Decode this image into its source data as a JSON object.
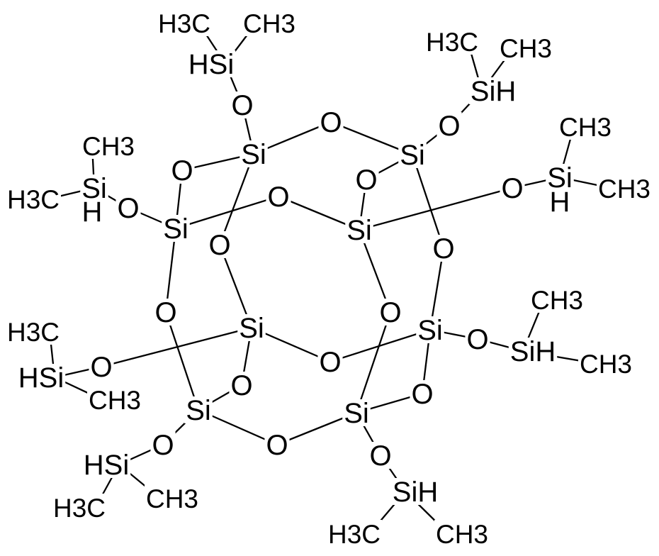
{
  "colors": {
    "ink": "#000000",
    "background": "#ffffff"
  },
  "atoms": {
    "si1": "Si",
    "si2": "Si",
    "si3": "Si",
    "si4": "Si",
    "si5": "Si",
    "si6": "Si",
    "si7": "Si",
    "si8": "Si",
    "o12": "O",
    "o13": "O",
    "o15": "O",
    "o24": "O",
    "o26": "O",
    "o34": "O",
    "o37": "O",
    "o48": "O",
    "o56": "O",
    "o57": "O",
    "o68": "O",
    "o78": "O",
    "os1": "O",
    "s1": "HSi",
    "c1a": "H3C",
    "c1b": "CH3",
    "os2": "O",
    "s2": "SiH",
    "c2a": "H3C",
    "c2b": "CH3",
    "os3": "O",
    "s3": "Si",
    "h3": "H",
    "c3a": "CH3",
    "c3b": "H3C",
    "os4": "O",
    "s4": "Si",
    "h4": "H",
    "c4a": "CH3",
    "c4b": "CH3",
    "os5": "O",
    "s5": "HSi",
    "c5a": "H3C",
    "c5b": "CH3",
    "os6": "O",
    "s6": "SiH",
    "c6a": "CH3",
    "c6b": "CH3",
    "os7": "O",
    "s7": "HSi",
    "c7a": "H3C",
    "c7b": "CH3",
    "os8": "O",
    "s8": "SiH",
    "c8a": "H3C",
    "c8b": "CH3"
  }
}
